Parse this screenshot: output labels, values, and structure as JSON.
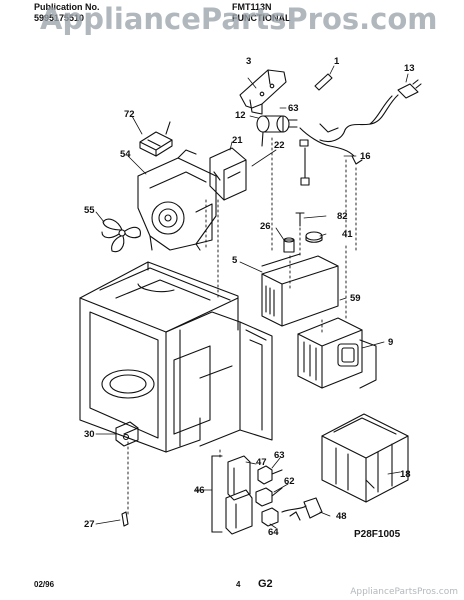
{
  "header": {
    "publication_label": "Publication No.",
    "publication_number": "5995175510",
    "model": "FMT113N",
    "section": "FUNCTIONAL"
  },
  "watermark": {
    "text": "AppliancePartsPros.com",
    "footer_text": "AppliancePartsPros.com"
  },
  "callouts": {
    "c1": "1",
    "c3": "3",
    "c5": "5",
    "c9": "9",
    "c12": "12",
    "c13": "13",
    "c16": "16",
    "c18": "18",
    "c21": "21",
    "c22": "22",
    "c26": "26",
    "c27": "27",
    "c30": "30",
    "c41": "41",
    "c46": "46",
    "c47": "47",
    "c48": "48",
    "c54": "54",
    "c55": "55",
    "c59": "59",
    "c62": "62",
    "c63a": "63",
    "c63b": "63",
    "c64": "64",
    "c72": "72",
    "c82": "82"
  },
  "reference_code": "P28F1005",
  "footer": {
    "date": "02/96",
    "page": "4",
    "section_code": "G2"
  }
}
